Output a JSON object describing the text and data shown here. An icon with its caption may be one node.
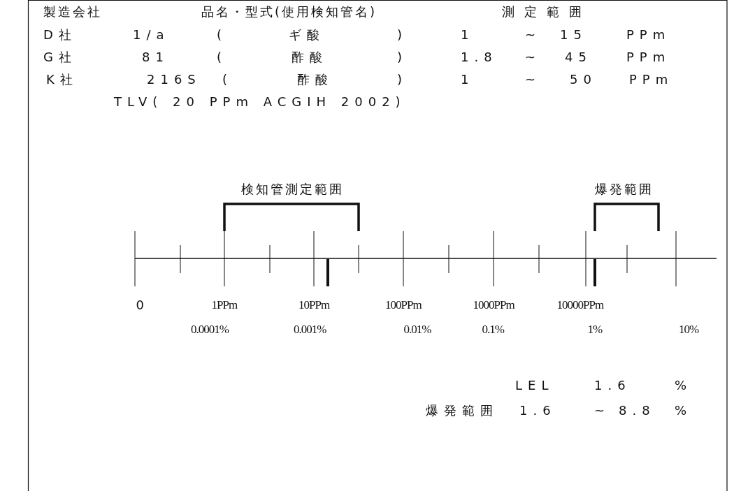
{
  "diagram": {
    "labels": [
      "製造会社",
      "品名・型式(使用検知管名)",
      "測定範囲",
      "D社",
      "1/a",
      "(",
      "ギ酸",
      ")",
      "1",
      "~",
      "15",
      "PPm",
      "G社",
      "81",
      "(",
      "酢酸",
      ")",
      "1.8",
      "~",
      "45",
      "PPm",
      "K社",
      "216S",
      "(",
      "酢酸",
      ")",
      "1",
      "~",
      "50",
      "PPm",
      "TLV( 20 PPm ACGIH 2002)",
      "検知管測定範囲",
      "爆発範囲",
      "0",
      "1PPm",
      "10PPm",
      "100PPm",
      "1000PPm",
      "10000PPm",
      "0.0001%",
      "0.001%",
      "0.01%",
      "0.1%",
      "1%",
      "10%",
      "LEL",
      "1.6",
      "%",
      "爆発範囲",
      "1.6",
      "~",
      "8.8",
      "%"
    ]
  }
}
